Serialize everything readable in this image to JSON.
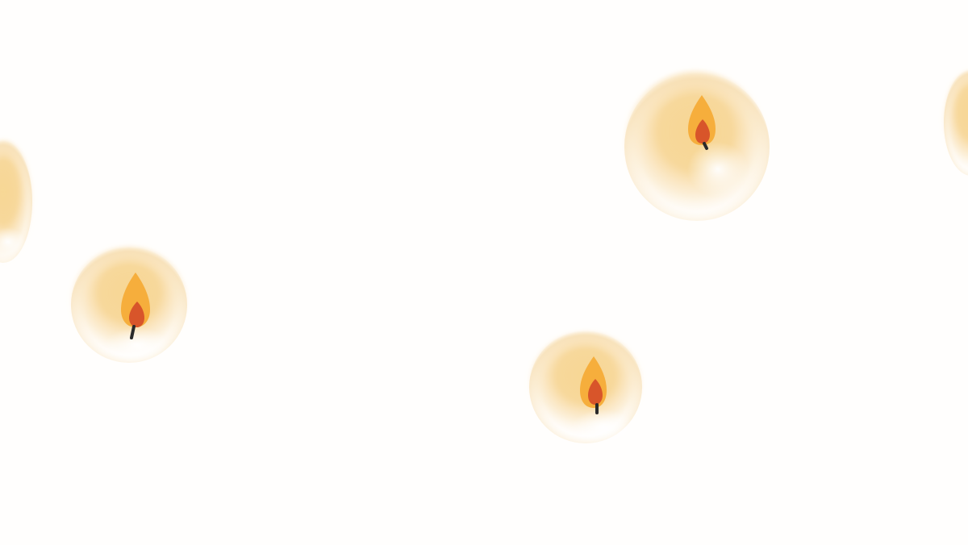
{
  "scene": {
    "description_free": true,
    "background_color": "#fffefd",
    "glow_color": "#f7d58f",
    "glow_edge_color": "#fbe8c4",
    "flame_outer_color": "#f6ae3c",
    "flame_inner_color": "#d8552a",
    "wick_color": "#2a2a2a",
    "candle_count": 5,
    "candles": [
      {
        "id": "candle-1",
        "icon": "candle-flame-icon"
      },
      {
        "id": "candle-2",
        "icon": "candle-flame-icon"
      },
      {
        "id": "candle-3",
        "icon": "candle-flame-icon"
      },
      {
        "id": "candle-4",
        "icon": "candle-flame-icon"
      },
      {
        "id": "candle-5",
        "icon": "candle-flame-icon"
      }
    ]
  }
}
